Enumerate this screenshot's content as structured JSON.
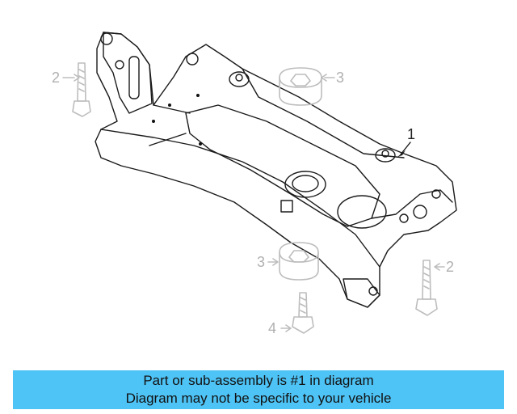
{
  "diagram": {
    "callouts": {
      "main_part": "1",
      "bolt_left": "2",
      "bolt_right": "2",
      "mount_top": "3",
      "mount_bottom": "3",
      "bolt_bottom": "4"
    },
    "part_color": "#1e8cf0",
    "ghost_color": "#bdbdbd"
  },
  "caption": {
    "line1": "Part or sub-assembly is #1 in diagram",
    "line2": "Diagram may not be specific to your vehicle",
    "background": "#4ec3f5"
  }
}
